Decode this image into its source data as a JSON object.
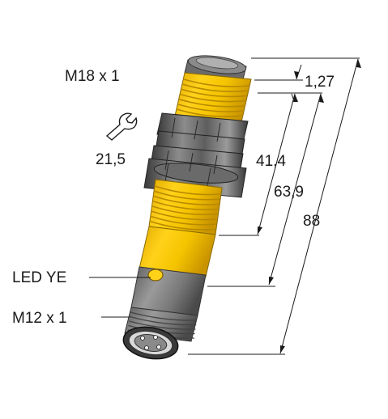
{
  "labels": {
    "thread_top": "M18 x 1",
    "wrench_size": "21,5",
    "led": "LED YE",
    "thread_bottom": "M12 x 1"
  },
  "dimensions": {
    "d1": "1,27",
    "d2": "41,4",
    "d3": "63,9",
    "d4": "88"
  },
  "icons": {
    "wrench": "wrench-icon"
  },
  "colors": {
    "body_yellow": "#f5c400",
    "thread_light": "#ffe45c",
    "thread_dark": "#d9a800",
    "nut_gray": "#4a4a4a",
    "line": "#1a1a1a"
  }
}
